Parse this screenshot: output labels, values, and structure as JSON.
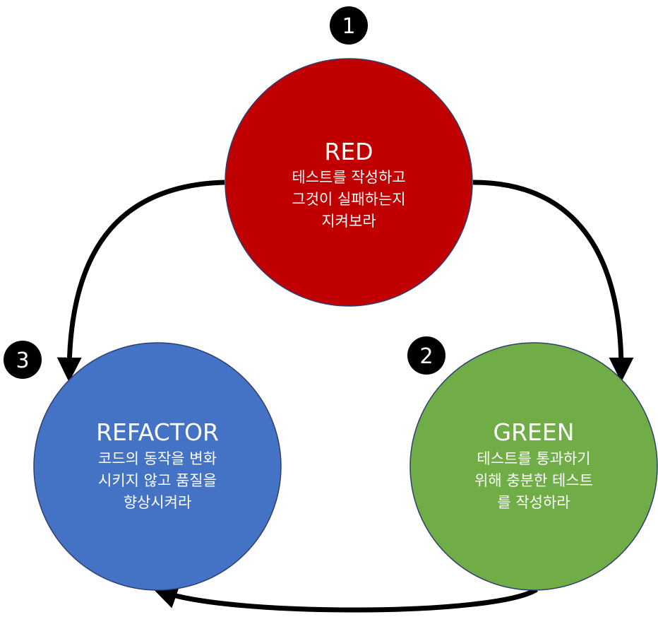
{
  "stages": {
    "red": {
      "number": "1",
      "title": "RED",
      "lines": [
        "테스트를 작성하고",
        "그것이 실패하는지",
        "지켜보라"
      ],
      "color": "#C00000"
    },
    "green": {
      "number": "2",
      "title": "GREEN",
      "lines": [
        "테스트를 통과하기",
        "위해 충분한 테스트",
        "를 작성하라"
      ],
      "color": "#70AD47"
    },
    "refactor": {
      "number": "3",
      "title": "REFACTOR",
      "lines": [
        "코드의 동작을 변화",
        "시키지 않고 품질을",
        "향상시켜라"
      ],
      "color": "#4472C4"
    }
  },
  "colors": {
    "outline": "#2F3F6F",
    "arrow": "#000000",
    "badge": "#000000",
    "text": "#FFFFFF"
  }
}
